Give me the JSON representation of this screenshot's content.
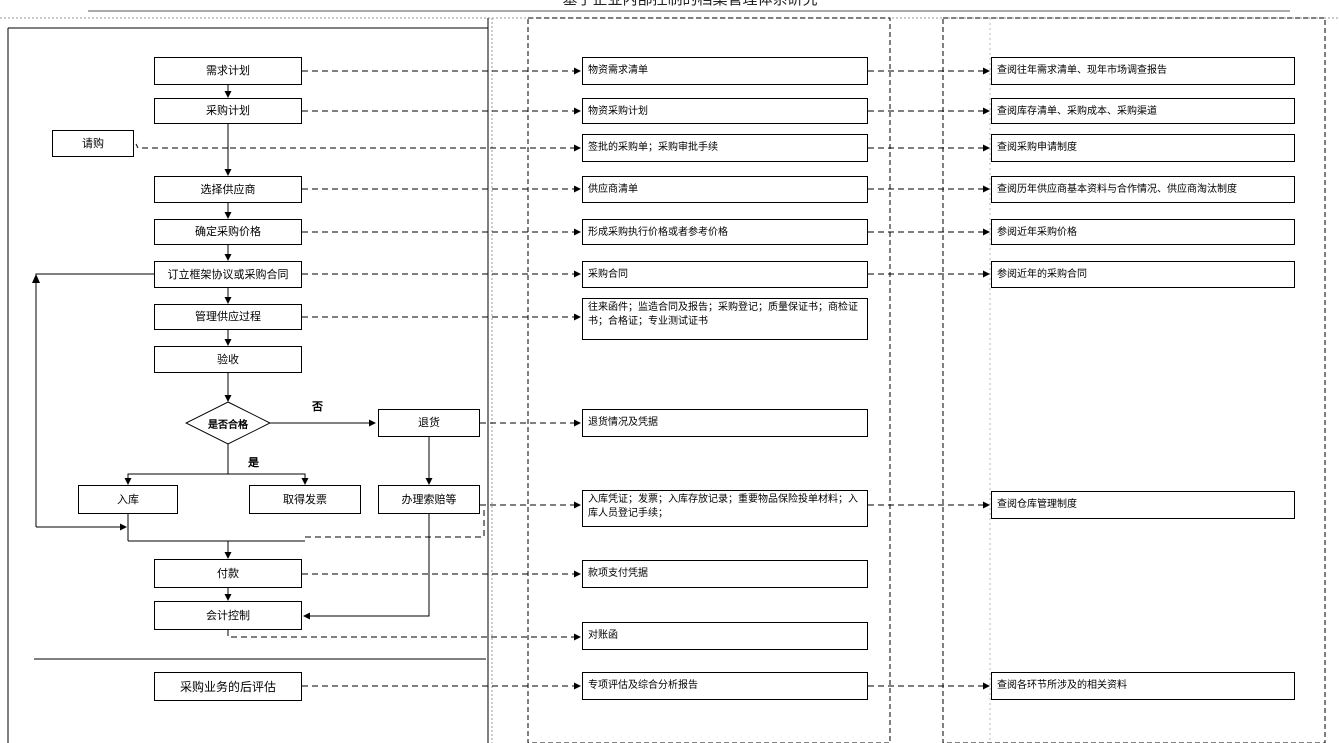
{
  "header": {
    "title": "基于企业内部控制的档案管理体系研究"
  },
  "flow": {
    "demand_plan": "需求计划",
    "purchase_plan": "采购计划",
    "request": "请购",
    "select_supplier": "选择供应商",
    "confirm_price": "确定采购价格",
    "sign_contract": "订立框架协议或采购合同",
    "manage_supply": "管理供应过程",
    "acceptance": "验收",
    "qualified_check": "是否合格",
    "no_label": "否",
    "yes_label": "是",
    "return_goods": "退货",
    "warehouse_in": "入库",
    "get_invoice": "取得发票",
    "claim": "办理索赔等",
    "payment": "付款",
    "accounting": "会计控制",
    "post_evaluation": "采购业务的后评估"
  },
  "documents": {
    "d1": "物资需求清单",
    "d2": "物资采购计划",
    "d3": "签批的采购单；采购审批手续",
    "d4": "供应商清单",
    "d5": "形成采购执行价格或者参考价格",
    "d6": "采购合同",
    "d7": "往来函件；监造合同及报告；采购登记；质量保证书；商检证书；合格证；专业测试证书",
    "d8": "退货情况及凭据",
    "d9": "入库凭证；发票；入库存放记录；重要物品保险投单材料；入库人员登记手续；",
    "d10": "款项支付凭据",
    "d11": "对账函",
    "d12": "专项评估及综合分析报告"
  },
  "references": {
    "r1": "查阅往年需求清单、现年市场调查报告",
    "r2": "查阅库存清单、采购成本、采购渠道",
    "r3": "查阅采购申请制度",
    "r4": "查阅历年供应商基本资料与合作情况、供应商淘汰制度",
    "r5": "参阅近年采购价格",
    "r6": "参阅近年的采购合同",
    "r9": "查阅仓库管理制度",
    "r12": "查阅各环节所涉及的相关资料"
  }
}
